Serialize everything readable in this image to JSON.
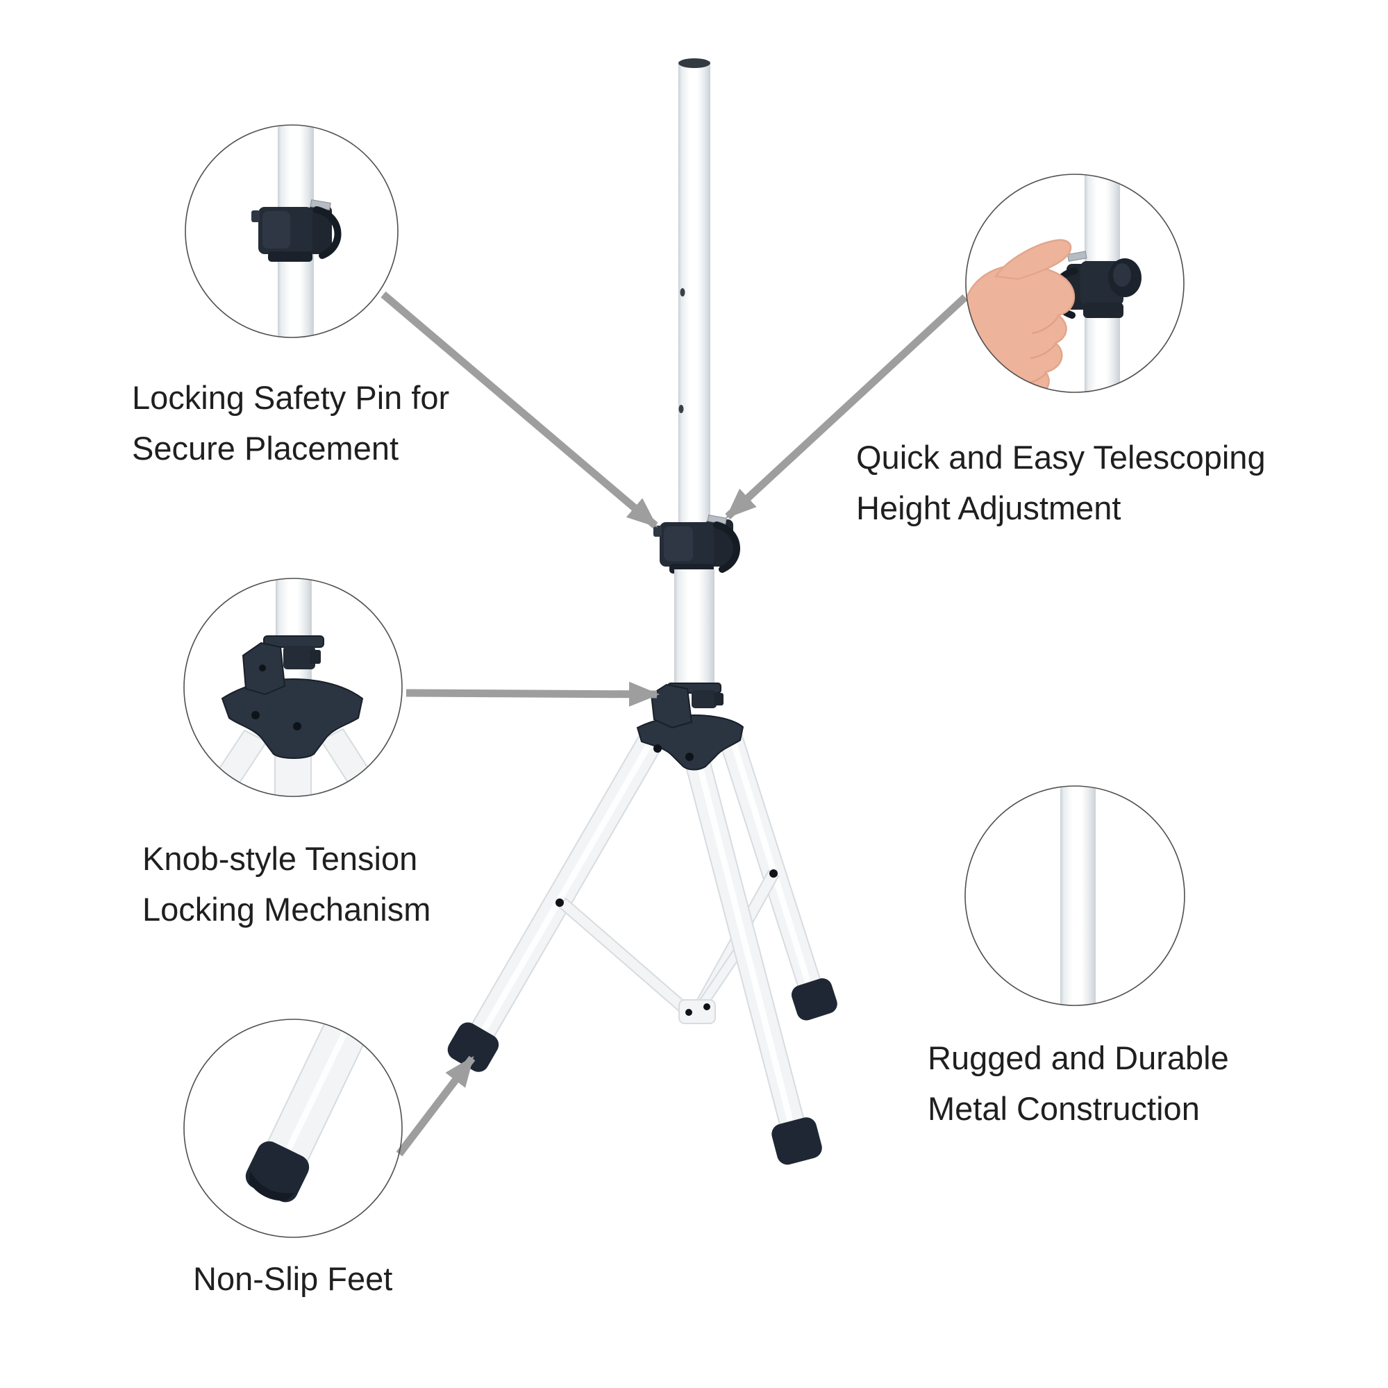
{
  "labels": {
    "locking_pin": {
      "line1": "Locking Safety Pin for",
      "line2": "Secure Placement"
    },
    "telescoping": {
      "line1": "Quick and Easy Telescoping",
      "line2": "Height Adjustment"
    },
    "tension_knob": {
      "line1": "Knob-style Tension",
      "line2": "Locking Mechanism"
    },
    "rugged": {
      "line1": "Rugged and Durable",
      "line2": "Metal Construction"
    },
    "non_slip": {
      "line1": "Non-Slip Feet"
    }
  },
  "colors": {
    "background": "#ffffff",
    "text": "#1f1f1f",
    "arrow": "#9e9e9e",
    "callout_ring": "#4f4f4f",
    "hardware_dark": "#242c37",
    "casting_navy": "#2b3441",
    "pole_white": "#f7f9fa",
    "foot_black": "#1e2733",
    "hand_skin": "#eeb49b"
  }
}
